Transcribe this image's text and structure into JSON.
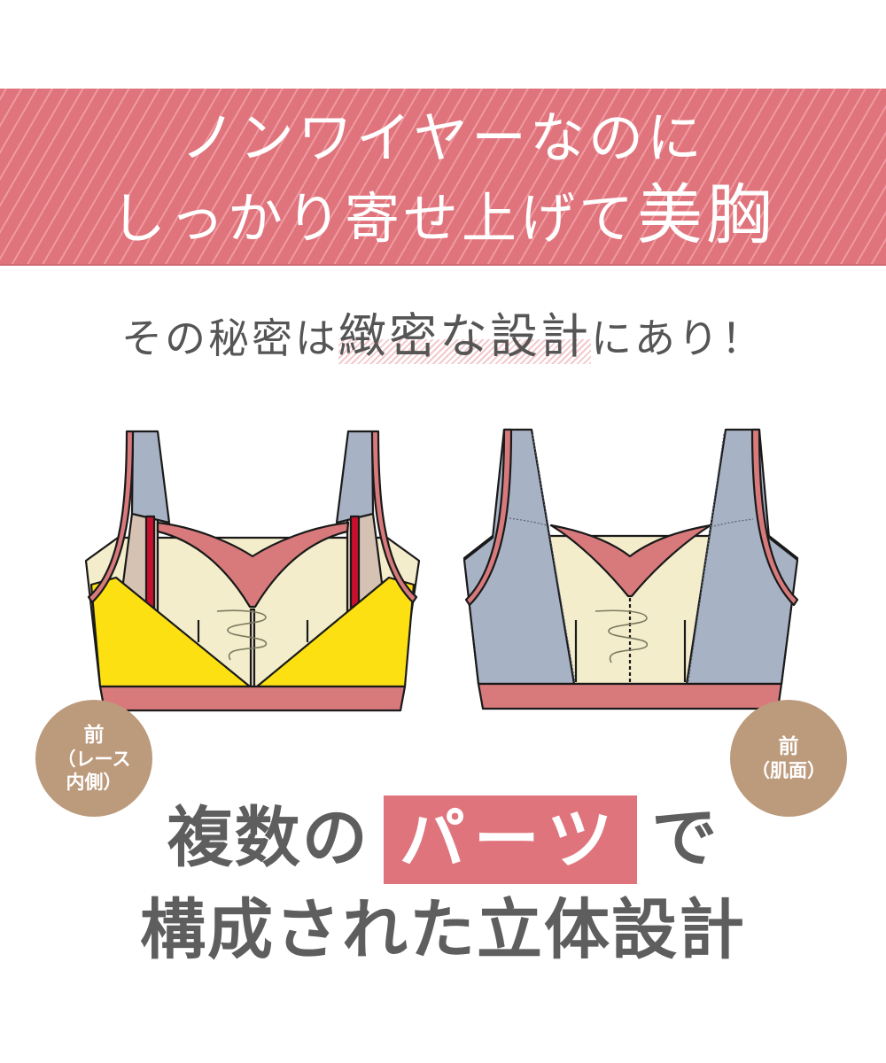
{
  "banner": {
    "line1": "ノンワイヤーなのに",
    "line2_prefix": "しっかり寄せ上げて",
    "line2_emphasis": "美胸",
    "background_color": "#e0747c"
  },
  "subtitle": {
    "prefix": "その秘密は",
    "emphasis": "緻密な設計",
    "suffix": "にあり！"
  },
  "illustrations": [
    {
      "view": "front-lace-inside",
      "badge": {
        "line1": "前",
        "line2": "（レース",
        "line3": "内側）"
      }
    },
    {
      "view": "front-skin-side",
      "badge": {
        "line1": "前",
        "line2": "（肌面）"
      }
    }
  ],
  "headline": {
    "line1_prefix": "複数の",
    "line1_highlight": "パーツ",
    "line1_suffix": "で",
    "line2": "構成された立体設計"
  },
  "colors": {
    "accent_pink": "#e0747c",
    "band_pink": "#d87a7c",
    "lace_yellow": "#fce012",
    "cup_cream": "#f3edcb",
    "strap_blue": "#a7b2c4",
    "beige": "#d5c2b2",
    "wire_red": "#c8102e",
    "badge_tan": "#bc9a7c",
    "text_gray": "#5e5e5e"
  }
}
